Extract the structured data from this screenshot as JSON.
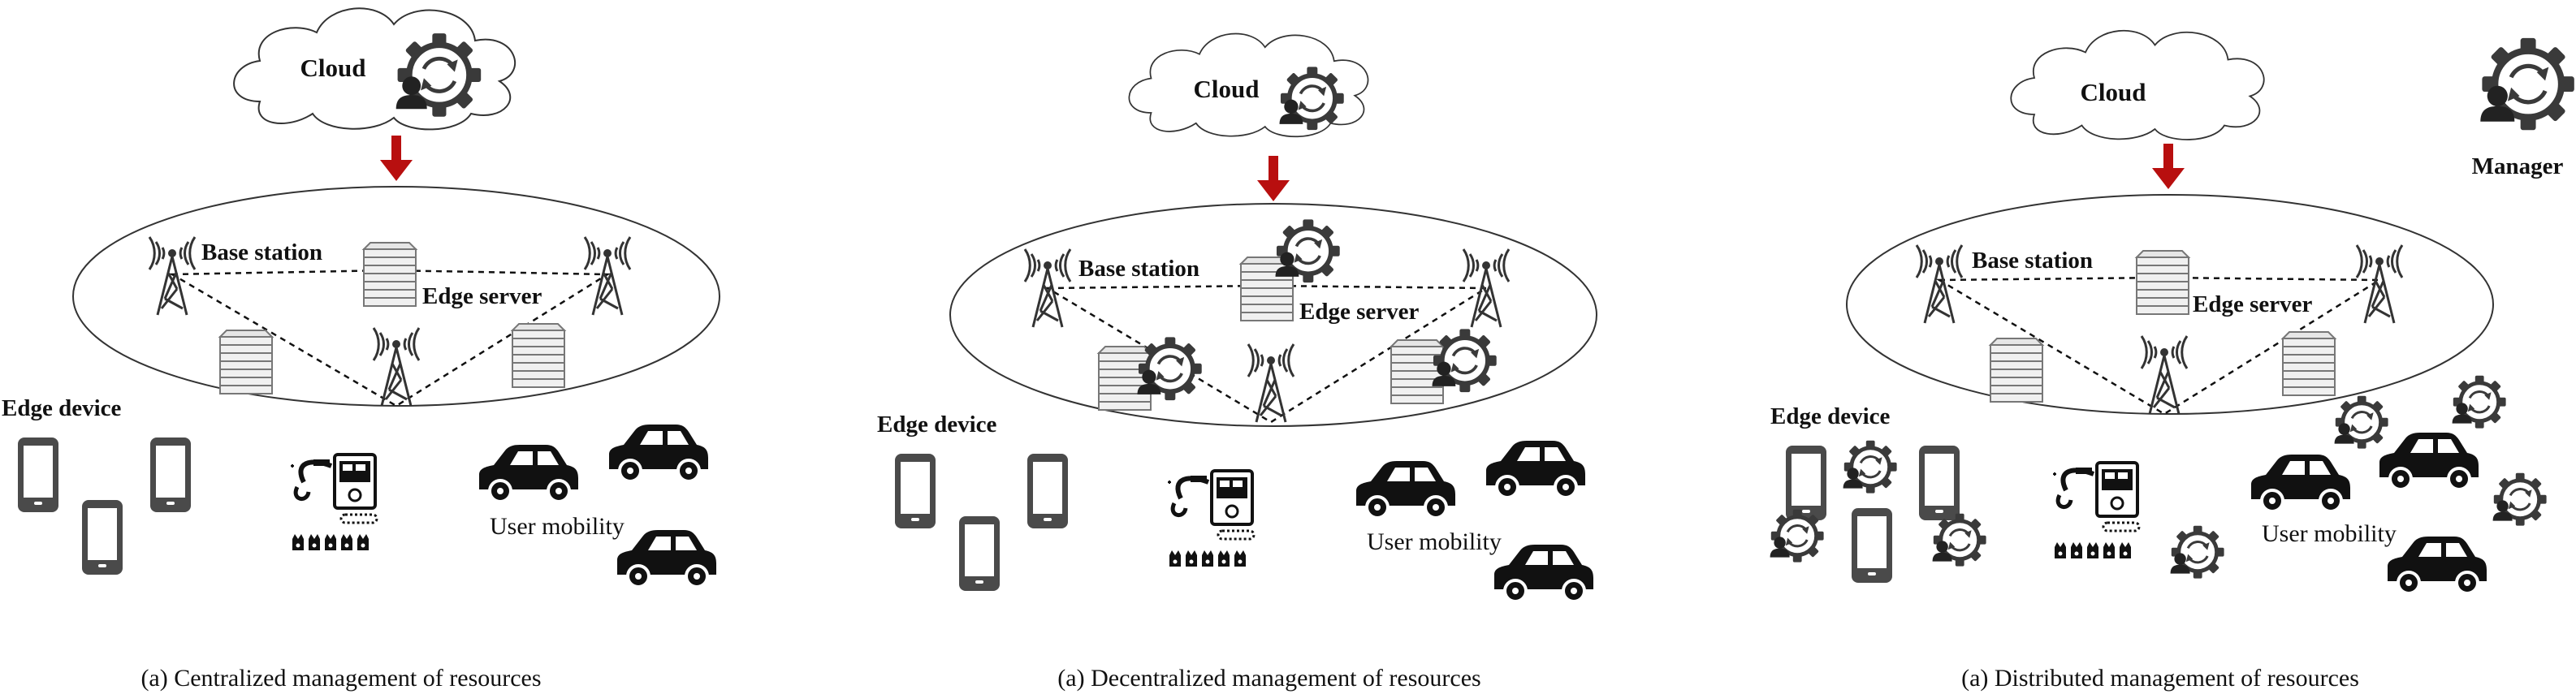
{
  "panels": [
    {
      "caption": "(a) Centralized management of resources",
      "cloud_label": "Cloud",
      "base_station_label": "Base station",
      "edge_server_label": "Edge server",
      "edge_device_label": "Edge device",
      "user_mobility_label": "User mobility"
    },
    {
      "caption": "(a) Decentralized management of resources",
      "cloud_label": "Cloud",
      "base_station_label": "Base station",
      "edge_server_label": "Edge server",
      "edge_device_label": "Edge device",
      "user_mobility_label": "User mobility"
    },
    {
      "caption": "(a) Distributed management of resources",
      "cloud_label": "Cloud",
      "base_station_label": "Base station",
      "edge_server_label": "Edge server",
      "edge_device_label": "Edge device",
      "user_mobility_label": "User mobility"
    }
  ],
  "legend": {
    "manager_label": "Manager"
  },
  "colors": {
    "arrow": "#b80f0f",
    "ink": "#111111",
    "device": "#4a4a4a",
    "gear": "#3a3a3a"
  },
  "icons": [
    "cloud-icon",
    "manager-icon",
    "gear-icon",
    "down-arrow-icon",
    "base-station-icon",
    "edge-server-icon",
    "smartphone-icon",
    "car-icon",
    "factory-robot-icon"
  ]
}
